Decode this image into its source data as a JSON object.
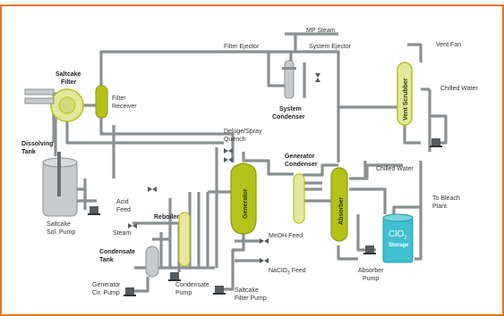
{
  "colors": {
    "frame": "#e8731e",
    "pipe": "#8a8f92",
    "vessel_green": "#b5c21a",
    "vessel_green_light": "#e3e89a",
    "tank_gray": "#c7cbce",
    "storage_cyan": "#3fbfd0",
    "pump": "#555b5f"
  },
  "labels": {
    "mp_steam": "MP Steam",
    "filter_ejector": "Filter Ejector",
    "system_ejector": "System Ejector",
    "vent_fan": "Vent Fan",
    "chilled_water_top": "Chilled Water",
    "saltcake_filter_line1": "Saltcake",
    "saltcake_filter_line2": "Filter",
    "filter_receiver_line1": "Filter",
    "filter_receiver_line2": "Receiver",
    "system_condenser_line1": "System",
    "system_condenser_line2": "Condenser",
    "vent_scrubber": "Vent Scrubber",
    "dissolving_tank_line1": "Dissolving",
    "dissolving_tank_line2": "Tank",
    "deluge_line1": "Deluge/Spray",
    "deluge_line2": "Quench",
    "generator_condenser_line1": "Generator",
    "generator_condenser_line2": "Condenser",
    "chilled_water_mid": "Chilled Water",
    "generator": "Generator",
    "absorber": "Absorber",
    "to_bleach_line1": "To Bleach",
    "to_bleach_line2": "Plant",
    "acid_feed_line1": "Acid",
    "acid_feed_line2": "Feed",
    "saltcake_pump_line1": "Saltcake",
    "saltcake_pump_line2": "Sol. Pump",
    "reboiler": "Reboiler",
    "steam": "Steam",
    "clo2": "ClO",
    "clo2_sub": "2",
    "storage": "Storage",
    "condensate_tank_line1": "Condensate",
    "condensate_tank_line2": "Tank",
    "meoh_feed": "MeOH Feed",
    "naclo3_feed": "NaClO",
    "naclo3_sub": "3",
    "naclo3_feed_suffix": " Feed",
    "absorber_pump_line1": "Absorber",
    "absorber_pump_line2": "Pump",
    "generator_pump_line1": "Generator",
    "generator_pump_line2": "Cir. Pump",
    "condensate_pump_line1": "Condensate",
    "condensate_pump_line2": "Pump",
    "saltcake_filter_pump_line1": "Saltcake",
    "saltcake_filter_pump_line2": "Filter Pump"
  }
}
